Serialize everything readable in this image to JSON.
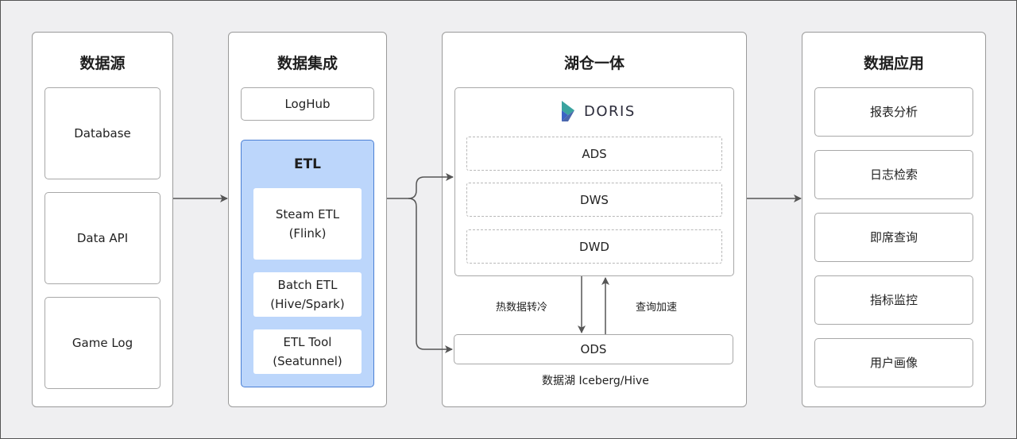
{
  "sources": {
    "title": "数据源",
    "items": [
      "Database",
      "Data API",
      "Game Log"
    ]
  },
  "integration": {
    "title": "数据集成",
    "loghub": "LogHub",
    "etl_title": "ETL",
    "etl_items": [
      {
        "line1": "Steam ETL",
        "line2": "(Flink)"
      },
      {
        "line1": "Batch ETL",
        "line2": "(Hive/Spark)"
      },
      {
        "line1": "ETL Tool",
        "line2": "(Seatunnel)"
      }
    ]
  },
  "lakehouse": {
    "title": "湖仓一体",
    "doris_logo_text": "DORIS",
    "layers": [
      "ADS",
      "DWS",
      "DWD"
    ],
    "ods": "ODS",
    "down_label": "热数据转冷",
    "up_label": "查询加速",
    "lake_caption": "数据湖 Iceberg/Hive"
  },
  "applications": {
    "title": "数据应用",
    "items": [
      "报表分析",
      "日志检索",
      "即席查询",
      "指标监控",
      "用户画像"
    ]
  },
  "colors": {
    "etl_fill": "#bcd6fb",
    "etl_border": "#4a7fd4",
    "arrow": "#555555",
    "logo_teal": "#3aa39f",
    "logo_blue": "#3b63c4"
  },
  "icons": [
    "doris-logo-icon",
    "arrow-icon"
  ]
}
